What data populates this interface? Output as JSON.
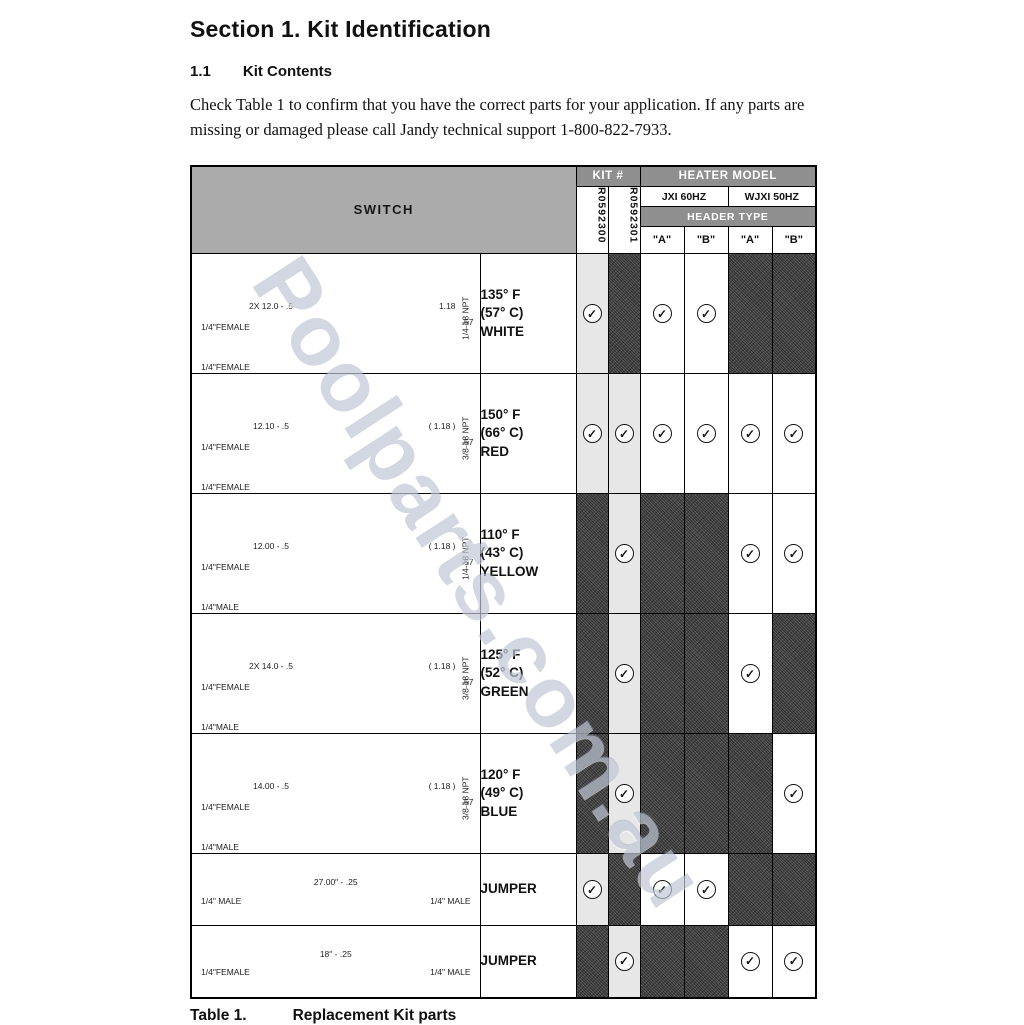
{
  "page": {
    "section_title": "Section 1. Kit Identification",
    "subsection_number": "1.1",
    "subsection_title": "Kit Contents",
    "intro_paragraph": "Check Table 1 to confirm that you have the correct parts for your application. If any parts are missing or damaged please call Jandy technical support 1-800-822-7933.",
    "table_caption_label": "Table 1.",
    "table_caption_text": "Replacement Kit parts"
  },
  "watermark": "Poolparts.com.au",
  "table": {
    "headers": {
      "switch": "SWITCH",
      "kit": "KIT #",
      "heater_model": "HEATER MODEL",
      "kit_numbers": [
        "R0592300",
        "R0592301"
      ],
      "models": [
        "JXI 60HZ",
        "WJXI 50HZ"
      ],
      "header_type": "HEADER TYPE",
      "types": [
        "\"A\"",
        "\"B\"",
        "\"A\"",
        "\"B\""
      ]
    },
    "rows": [
      {
        "kind": "switch",
        "temp": "135° F",
        "temp_c": "(57° C)",
        "color": "WHITE",
        "labels": {
          "top_left": "1/4\"FEMALE",
          "mid_left": "1/4\"FEMALE",
          "length": "2X 12.0 - .5",
          "npt": "1/4-18 NPT",
          "dim_top": ".57",
          "dim_right": "1.18"
        },
        "cells": [
          1,
          0,
          1,
          1,
          0,
          0
        ]
      },
      {
        "kind": "switch",
        "temp": "150° F",
        "temp_c": "(66° C)",
        "color": "RED",
        "labels": {
          "top_left": "1/4\"FEMALE",
          "mid_left": "1/4\"FEMALE",
          "length": "12.10 - .5",
          "npt": "3/8-18 NPT",
          "dim_top": ".57",
          "dim_right": "( 1.18 )"
        },
        "cells": [
          1,
          1,
          1,
          1,
          1,
          1
        ]
      },
      {
        "kind": "switch",
        "temp": "110° F",
        "temp_c": "(43° C)",
        "color": "YELLOW",
        "labels": {
          "top_left": "1/4\"FEMALE",
          "mid_left": "1/4\"MALE",
          "length": "12.00 - .5",
          "npt": "1/4-18 NPT",
          "dim_top": ".57",
          "dim_right": "( 1.18 )"
        },
        "cells": [
          0,
          1,
          0,
          0,
          1,
          1
        ]
      },
      {
        "kind": "switch",
        "temp": "125° F",
        "temp_c": "(52° C)",
        "color": "GREEN",
        "labels": {
          "top_left": "1/4\"FEMALE",
          "mid_left": "1/4\"MALE",
          "length": "2X 14.0 - .5",
          "npt": "3/8-18 NPT",
          "dim_top": ".57",
          "dim_right": "( 1.18 )"
        },
        "cells": [
          0,
          1,
          0,
          0,
          1,
          0
        ]
      },
      {
        "kind": "switch",
        "temp": "120° F",
        "temp_c": "(49° C)",
        "color": "BLUE",
        "labels": {
          "top_left": "1/4\"FEMALE",
          "mid_left": "1/4\"MALE",
          "length": "14.00 - .5",
          "npt": "3/8-18 NPT",
          "dim_top": ".57",
          "dim_right": "( 1.18 )"
        },
        "cells": [
          0,
          1,
          0,
          0,
          0,
          1
        ]
      },
      {
        "kind": "jumper",
        "label": "JUMPER",
        "labels": {
          "left": "1/4\" MALE",
          "right": "1/4\" MALE",
          "length": "27.00\" - .25"
        },
        "cells": [
          1,
          0,
          1,
          1,
          0,
          0
        ]
      },
      {
        "kind": "jumper",
        "label": "JUMPER",
        "labels": {
          "left": "1/4\"FEMALE",
          "right": "1/4\" MALE",
          "length": "18\" - .25"
        },
        "cells": [
          0,
          1,
          0,
          0,
          1,
          1
        ]
      }
    ]
  }
}
